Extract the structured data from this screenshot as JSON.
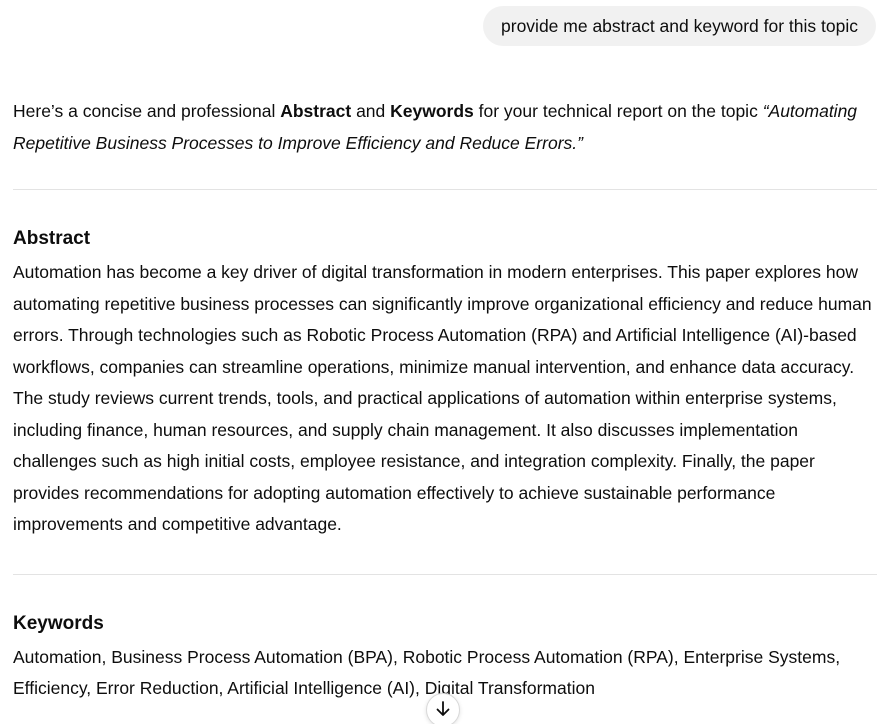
{
  "user_message": "provide me abstract and keyword for this topic",
  "response": {
    "intro": {
      "prefix": "Here’s a concise and professional ",
      "bold_1": "Abstract",
      "and": " and ",
      "bold_2": "Keywords",
      "middle": " for your technical report on the topic ",
      "topic": "“Automating Repetitive Business Processes to Improve Efficiency and Reduce Errors.”"
    },
    "abstract": {
      "heading": "Abstract",
      "text": "Automation has become a key driver of digital transformation in modern enterprises. This paper explores how automating repetitive business processes can significantly improve organizational efficiency and reduce human errors. Through technologies such as Robotic Process Automation (RPA) and Artificial Intelligence (AI)-based workflows, companies can streamline operations, minimize manual intervention, and enhance data accuracy. The study reviews current trends, tools, and practical applications of automation within enterprise systems, including finance, human resources, and supply chain management. It also discusses implementation challenges such as high initial costs, employee resistance, and integration complexity. Finally, the paper provides recommendations for adopting automation effectively to achieve sustainable performance improvements and competitive advantage."
    },
    "keywords": {
      "heading": "Keywords",
      "text": "Automation, Business Process Automation (BPA), Robotic Process Automation (RPA), Enterprise Systems, Efficiency, Error Reduction, Artificial Intelligence (AI), Digital Transformation"
    }
  },
  "scroll_button": {
    "icon": "arrow-down-icon"
  }
}
